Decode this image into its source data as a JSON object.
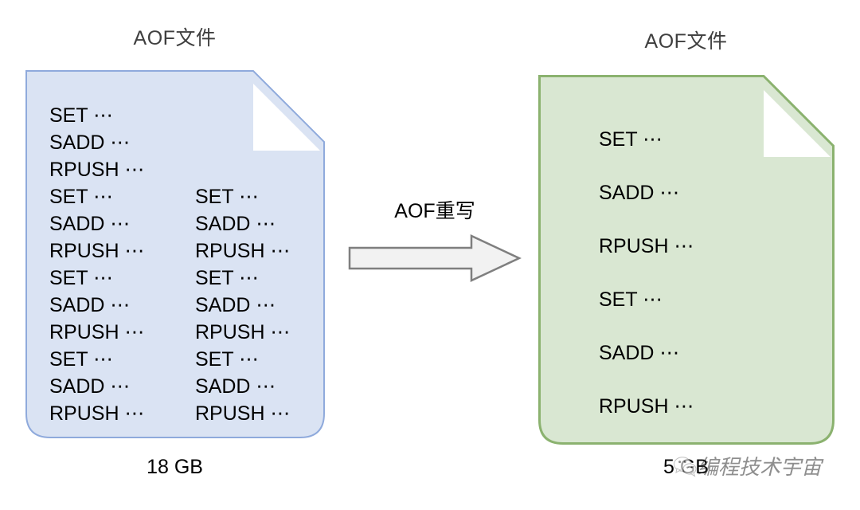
{
  "left_document": {
    "title": "AOF文件",
    "size_label": "18 GB",
    "fill_color": "#dae3f3",
    "stroke_color": "#8faadc",
    "column_1": [
      "SET ⋯",
      "SADD ⋯",
      "RPUSH ⋯",
      "SET ⋯",
      "SADD ⋯",
      "RPUSH ⋯",
      "SET ⋯",
      "SADD ⋯",
      "RPUSH ⋯",
      "SET ⋯",
      "SADD ⋯",
      "RPUSH ⋯"
    ],
    "column_2": [
      "SET ⋯",
      "SADD ⋯",
      "RPUSH ⋯",
      "SET ⋯",
      "SADD ⋯",
      "RPUSH ⋯",
      "SET ⋯",
      "SADD ⋯",
      "RPUSH ⋯"
    ]
  },
  "transform": {
    "label": "AOF重写",
    "arrow_direction": "right",
    "arrow_fill": "#f2f2f2",
    "arrow_stroke": "#7f7f7f"
  },
  "right_document": {
    "title": "AOF文件",
    "size_label": "5 GB",
    "fill_color": "#d9e7d2",
    "stroke_color": "#8bb26f",
    "lines": [
      "SET ⋯",
      "SADD ⋯",
      "RPUSH ⋯",
      "SET ⋯",
      "SADD ⋯",
      "RPUSH ⋯"
    ]
  },
  "watermark": {
    "text": "编程技术宇宙",
    "logo": "wechat-logo"
  }
}
